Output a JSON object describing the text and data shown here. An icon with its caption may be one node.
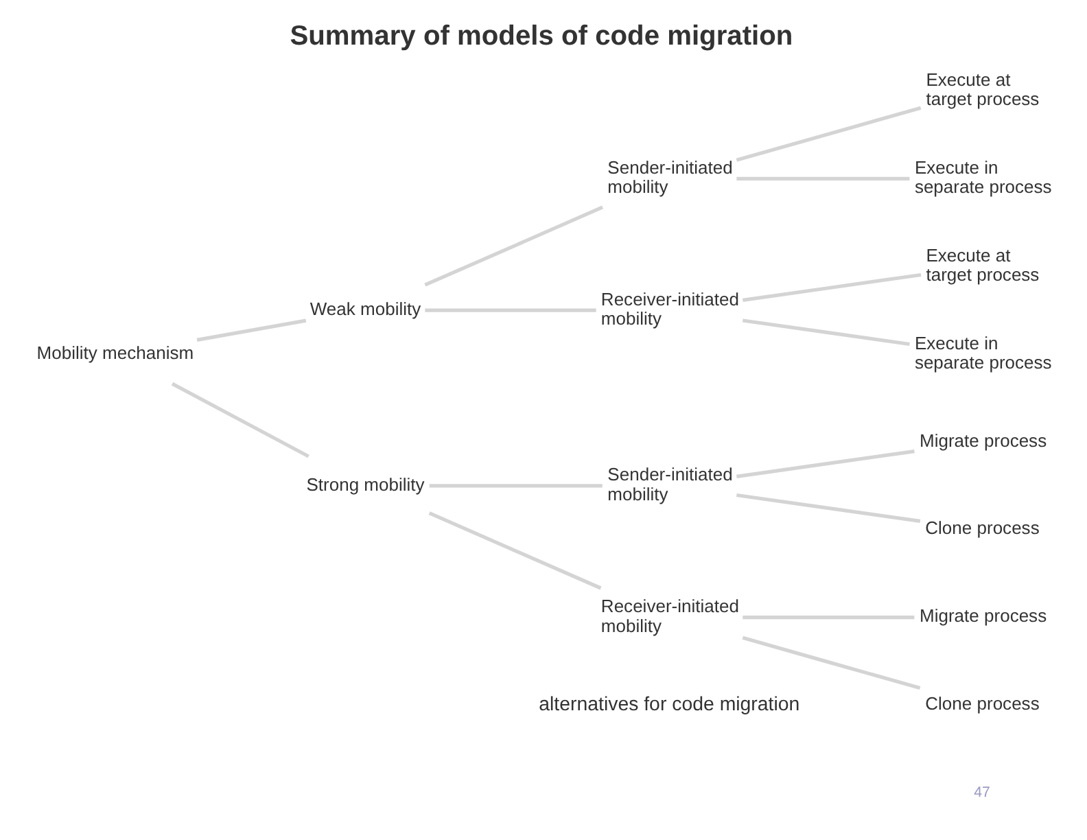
{
  "diagram": {
    "title": "Summary of models of code migration",
    "caption": "alternatives for code migration",
    "nodes": [
      {
        "text": [
          "Mobility mechanism"
        ]
      },
      {
        "text": [
          "Weak mobility"
        ]
      },
      {
        "text": [
          "Sender-initiated mobility"
        ]
      },
      {
        "text": [
          "Execute at target process"
        ]
      },
      {
        "text": [
          "Execute in separate process"
        ]
      },
      {
        "text": [
          "Receiver-initiated mobility"
        ]
      },
      {
        "text": [
          "Execute at target process"
        ]
      },
      {
        "text": [
          "Execute in separate process"
        ]
      },
      {
        "text": [
          "Strong mobility"
        ]
      },
      {
        "text": [
          "Sender-initiated mobility"
        ]
      },
      {
        "text": [
          "Migrate process"
        ]
      },
      {
        "text": [
          "Clone process"
        ]
      },
      {
        "text": [
          "Receiver-initiated mobility"
        ]
      },
      {
        "text": [
          "Migrate process"
        ]
      },
      {
        "text": [
          "Clone process"
        ]
      }
    ],
    "edges": [
      {
        "from": 0,
        "to": 1,
        "arrow": "none"
      },
      {
        "from": 1,
        "to": 2,
        "arrow": "none"
      },
      {
        "from": 2,
        "to": 3,
        "arrow": "none"
      },
      {
        "from": 2,
        "to": 4,
        "arrow": "none"
      },
      {
        "from": 1,
        "to": 5,
        "arrow": "none"
      },
      {
        "from": 5,
        "to": 6,
        "arrow": "none"
      },
      {
        "from": 5,
        "to": 7,
        "arrow": "none"
      },
      {
        "from": 0,
        "to": 8,
        "arrow": "none"
      },
      {
        "from": 8,
        "to": 9,
        "arrow": "none"
      },
      {
        "from": 9,
        "to": 10,
        "arrow": "none"
      },
      {
        "from": 9,
        "to": 11,
        "arrow": "none"
      },
      {
        "from": 8,
        "to": 12,
        "arrow": "none"
      },
      {
        "from": 12,
        "to": 13,
        "arrow": "none"
      },
      {
        "from": 12,
        "to": 14,
        "arrow": "none"
      }
    ],
    "labels": [
      "47"
    ]
  }
}
